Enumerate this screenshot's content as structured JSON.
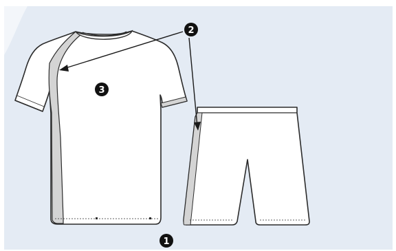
{
  "colors": {
    "background": "#e4ebf4",
    "outline": "#2b2b2b",
    "garment_fill": "#ffffff",
    "panel_stripe": "#d4d4d4",
    "marker_fill": "#111111",
    "marker_text": "#ffffff"
  },
  "markers": {
    "m1": {
      "label": "1"
    },
    "m2": {
      "label": "2"
    },
    "m3": {
      "label": "3"
    }
  },
  "icons": {
    "shirt": "t-shirt-outline",
    "shorts": "shorts-outline"
  }
}
